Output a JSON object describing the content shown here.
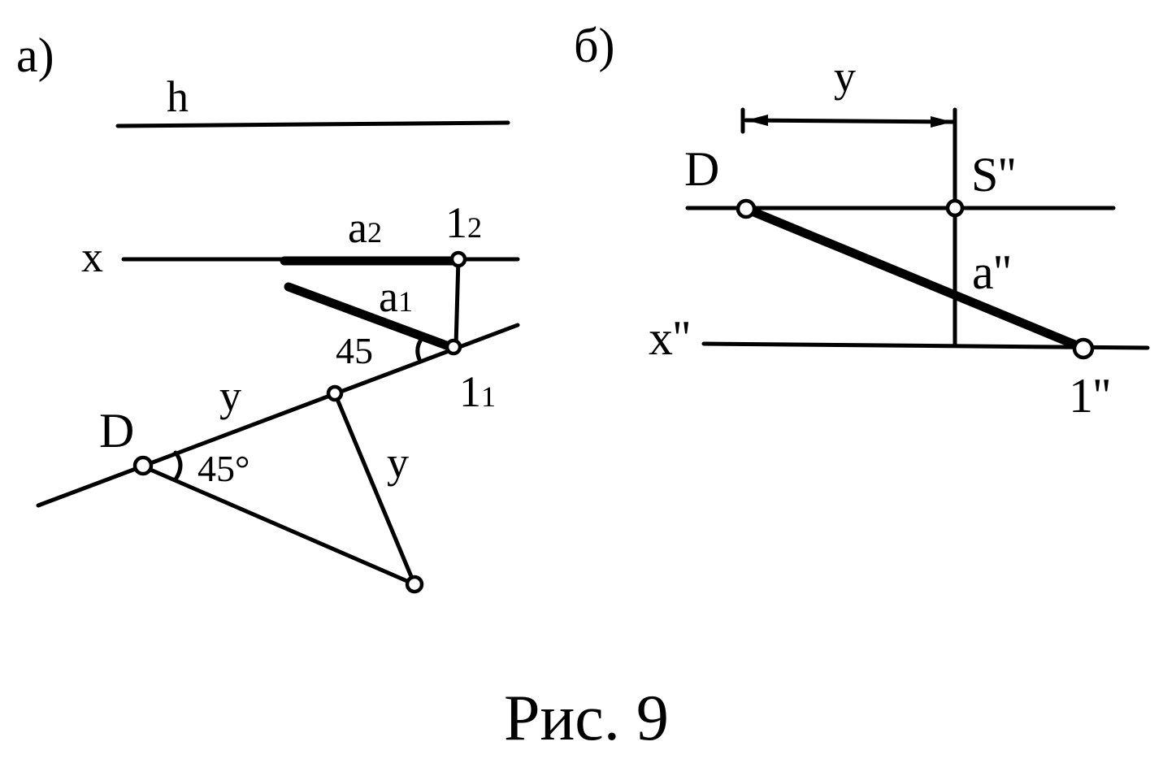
{
  "panel_a": {
    "label": "а)",
    "h": "h",
    "x": "x",
    "a2": "a",
    "a2_sub": "2",
    "p12": "1",
    "p12_sub": "2",
    "a1": "a",
    "a1_sub": "1",
    "angle_top": "45",
    "p11": "1",
    "p11_sub": "1",
    "y_upper": "y",
    "D": "D",
    "angle_bottom": "45°",
    "y_lower": "y"
  },
  "panel_b": {
    "label": "б)",
    "y_dim": "y",
    "D": "D",
    "S": "S''",
    "a": "a''",
    "x": "x''",
    "p1": "1''"
  },
  "caption": "Рис. 9"
}
